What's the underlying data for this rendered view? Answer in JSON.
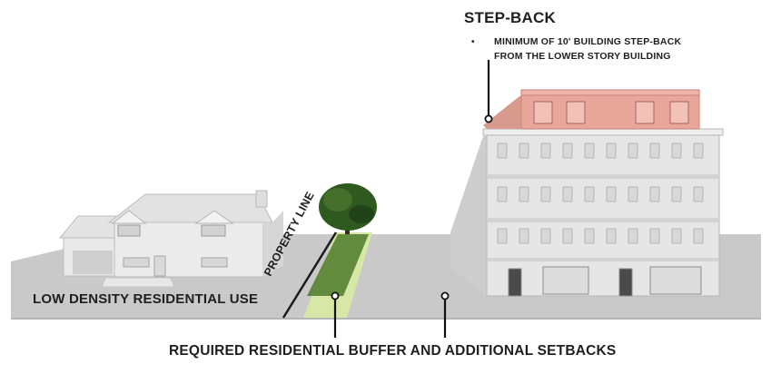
{
  "labels": {
    "step_back_title": "STEP-BACK",
    "step_back_bullet": "•",
    "step_back_note_line1": "MINIMUM OF 10' BUILDING STEP-BACK",
    "step_back_note_line2": "FROM THE LOWER STORY BUILDING",
    "low_density": "LOW DENSITY RESIDENTIAL USE",
    "property_line": "PROPERTY LINE",
    "buffer_setbacks": "REQUIRED RESIDENTIAL BUFFER AND ADDITIONAL SETBACKS"
  },
  "colors": {
    "ground": "#c9c9c9",
    "buildings": "#e6e6e6",
    "step_back_highlight": "#e9a79c",
    "buffer_zone": "#d7e8a6",
    "tree": "#2f5a1f"
  }
}
